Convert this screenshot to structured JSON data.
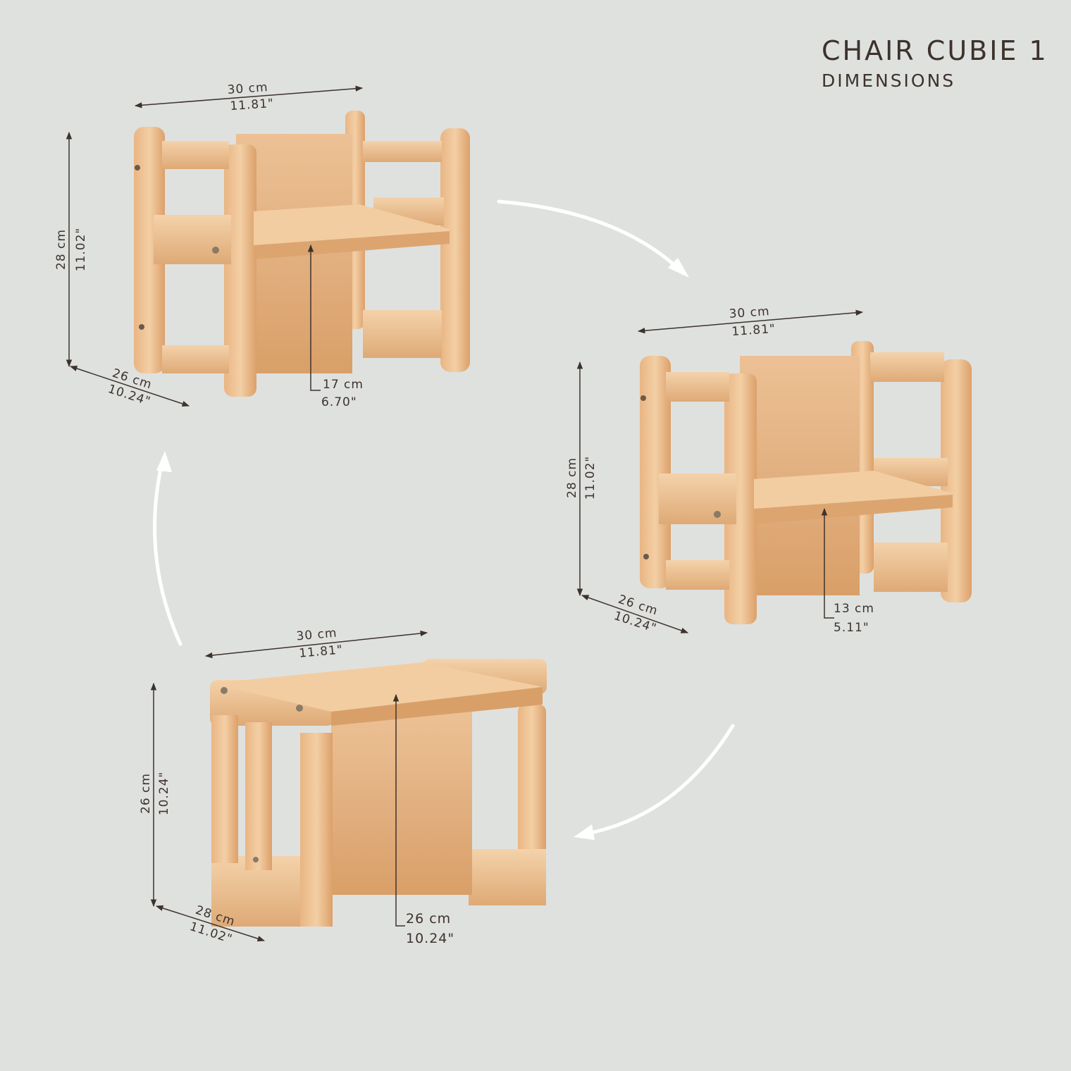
{
  "title": "CHAIR CUBIE 1",
  "subtitle": "DIMENSIONS",
  "colors": {
    "background": "#dfe1df",
    "text": "#3d322c",
    "arrow": "#ffffff",
    "wood_light": "#f0c99c",
    "wood_mid": "#e5b07c",
    "wood_dark": "#cf945e"
  },
  "configurations": [
    {
      "id": "high-seat",
      "width": {
        "cm": "30 cm",
        "in": "11.81\""
      },
      "height": {
        "cm": "28 cm",
        "in": "11.02\""
      },
      "depth": {
        "cm": "26 cm",
        "in": "10.24\""
      },
      "seat_height": {
        "cm": "17 cm",
        "in": "6.70\""
      }
    },
    {
      "id": "low-seat",
      "width": {
        "cm": "30 cm",
        "in": "11.81\""
      },
      "height": {
        "cm": "28 cm",
        "in": "11.02\""
      },
      "depth": {
        "cm": "26 cm",
        "in": "10.24\""
      },
      "seat_height": {
        "cm": "13 cm",
        "in": "5.11\""
      }
    },
    {
      "id": "table",
      "width": {
        "cm": "30 cm",
        "in": "11.81\""
      },
      "height": {
        "cm": "26 cm",
        "in": "10.24\""
      },
      "depth": {
        "cm": "28 cm",
        "in": "11.02\""
      },
      "seat_height": {
        "cm": "26 cm",
        "in": "10.24\""
      }
    }
  ]
}
